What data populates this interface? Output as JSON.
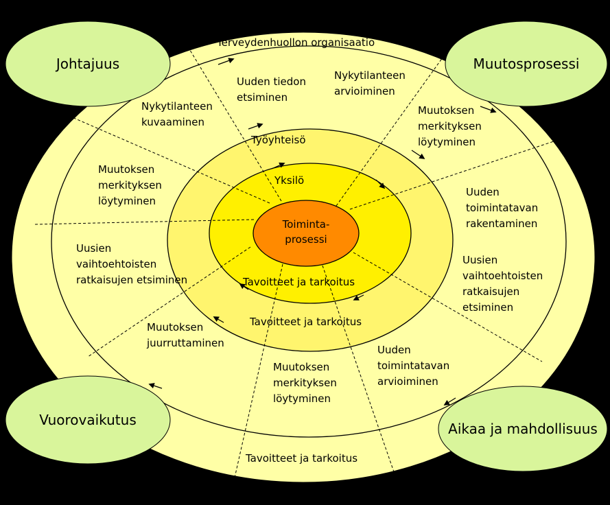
{
  "colors": {
    "background": "#000000",
    "outer_ellipse": "#FFFFA6",
    "middle_ellipse": "#FFF56E",
    "inner_ellipse": "#FFF000",
    "core": "#FF8A00",
    "corner_bubble": "#D9F59B"
  },
  "corners": {
    "top_left": "Johtajuus",
    "top_right": "Muutosprosessi",
    "bottom_left": "Vuorovaikutus",
    "bottom_right": "Aikaa ja mahdollisuus"
  },
  "center": {
    "line1": "Toiminta-",
    "line2": "prosessi"
  },
  "rings": {
    "outer_title": "Terveydenhuollon organisaatio",
    "middle_title": "Työyhteisö",
    "inner_title": "Yksilö"
  },
  "outer_sectors": {
    "uuden_tiedon": [
      "Uuden tiedon",
      "etsiminen"
    ],
    "nykytilanteen_arv": [
      "Nykytilanteen",
      "arvioiminen"
    ],
    "nykytilanteen_kuv": [
      "Nykytilanteen",
      "kuvaaminen"
    ],
    "muutoksen_tr": [
      "Muutoksen",
      "merkityksen",
      "löytyminen"
    ],
    "muutoksen_l": [
      "Muutoksen",
      "merkityksen",
      "löytyminen"
    ],
    "uuden_toim_rak": [
      "Uuden",
      "toimintatavan",
      "rakentaminen"
    ],
    "uusien_l": [
      "Uusien",
      "vaihtoehtoisten",
      "ratkaisujen etsiminen"
    ],
    "uusien_r": [
      "Uusien",
      "vaihtoehtoisten",
      "ratkaisujen",
      "etsiminen"
    ],
    "muutoksen_juur": [
      "Muutoksen",
      "juurruttaminen"
    ],
    "uuden_toim_arv": [
      "Uuden",
      "toimintatavan",
      "arvioiminen"
    ],
    "muutoksen_b": [
      "Muutoksen",
      "merkityksen",
      "löytyminen"
    ],
    "tavoitteet_bottom": "Tavoitteet ja tarkoitus"
  },
  "inner_labels": {
    "tavoitteet_inner": "Tavoitteet ja tarkoitus",
    "tavoitteet_middle": "Tavoitteet ja tarkoitus"
  }
}
